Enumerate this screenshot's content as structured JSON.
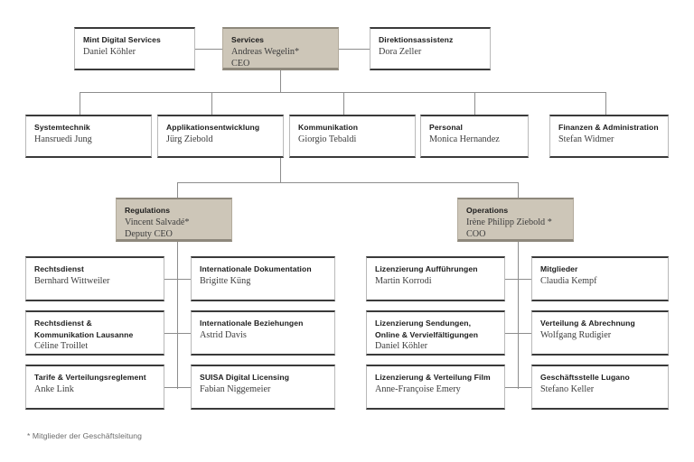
{
  "meta": {
    "accent_shaded": "#cdc6b8",
    "line_color": "#8d8d8d",
    "border_color": "#3a3a3a",
    "background": "#ffffff"
  },
  "footnote": "* Mitglieder der Geschäftsleitung",
  "top_row": {
    "left": {
      "title": "Mint Digital Services",
      "person": "Daniel Köhler",
      "role": ""
    },
    "center": {
      "title": "Services",
      "person": "Andreas Wegelin*",
      "role": "CEO"
    },
    "right": {
      "title": "Direktionsassistenz",
      "person": "Dora Zeller",
      "role": ""
    }
  },
  "departments": [
    {
      "title": "Systemtechnik",
      "person": "Hansruedi Jung"
    },
    {
      "title": "Applikationsentwicklung",
      "person": "Jürg Ziebold"
    },
    {
      "title": "Kommunikation",
      "person": "Giorgio Tebaldi"
    },
    {
      "title": "Personal",
      "person": "Monica Hernandez"
    },
    {
      "title": "Finanzen & Administration",
      "person": "Stefan Widmer"
    }
  ],
  "divisions": {
    "regulations": {
      "title": "Regulations",
      "person": "Vincent Salvadé*",
      "role": "Deputy CEO"
    },
    "operations": {
      "title": "Operations",
      "person": "Irène Philipp Ziebold *",
      "role": "COO"
    }
  },
  "regulations_units": {
    "left": [
      {
        "title": "Rechtsdienst",
        "title2": "",
        "person": "Bernhard Wittweiler"
      },
      {
        "title": "Rechtsdienst &",
        "title2": "Kommunikation Lausanne",
        "person": "Céline Troillet"
      },
      {
        "title": "Tarife & Verteilungsreglement",
        "title2": "",
        "person": "Anke Link"
      }
    ],
    "right": [
      {
        "title": "Internationale Dokumentation",
        "title2": "",
        "person": "Brigitte Küng"
      },
      {
        "title": "Internationale Beziehungen",
        "title2": "",
        "person": "Astrid Davis"
      },
      {
        "title": "SUISA Digital Licensing",
        "title2": "",
        "person": "Fabian Niggemeier"
      }
    ]
  },
  "operations_units": {
    "left": [
      {
        "title": "Lizenzierung Aufführungen",
        "title2": "",
        "person": "Martin Korrodi"
      },
      {
        "title": "Lizenzierung Sendungen,",
        "title2": "Online & Vervielfältigungen",
        "person": "Daniel Köhler"
      },
      {
        "title": "Lizenzierung & Verteilung Film",
        "title2": "",
        "person": "Anne-Françoise Emery"
      }
    ],
    "right": [
      {
        "title": "Mitglieder",
        "title2": "",
        "person": "Claudia Kempf"
      },
      {
        "title": "Verteilung & Abrechnung",
        "title2": "",
        "person": "Wolfgang Rudigier"
      },
      {
        "title": "Geschäftsstelle Lugano",
        "title2": "",
        "person": "Stefano Keller"
      }
    ]
  }
}
